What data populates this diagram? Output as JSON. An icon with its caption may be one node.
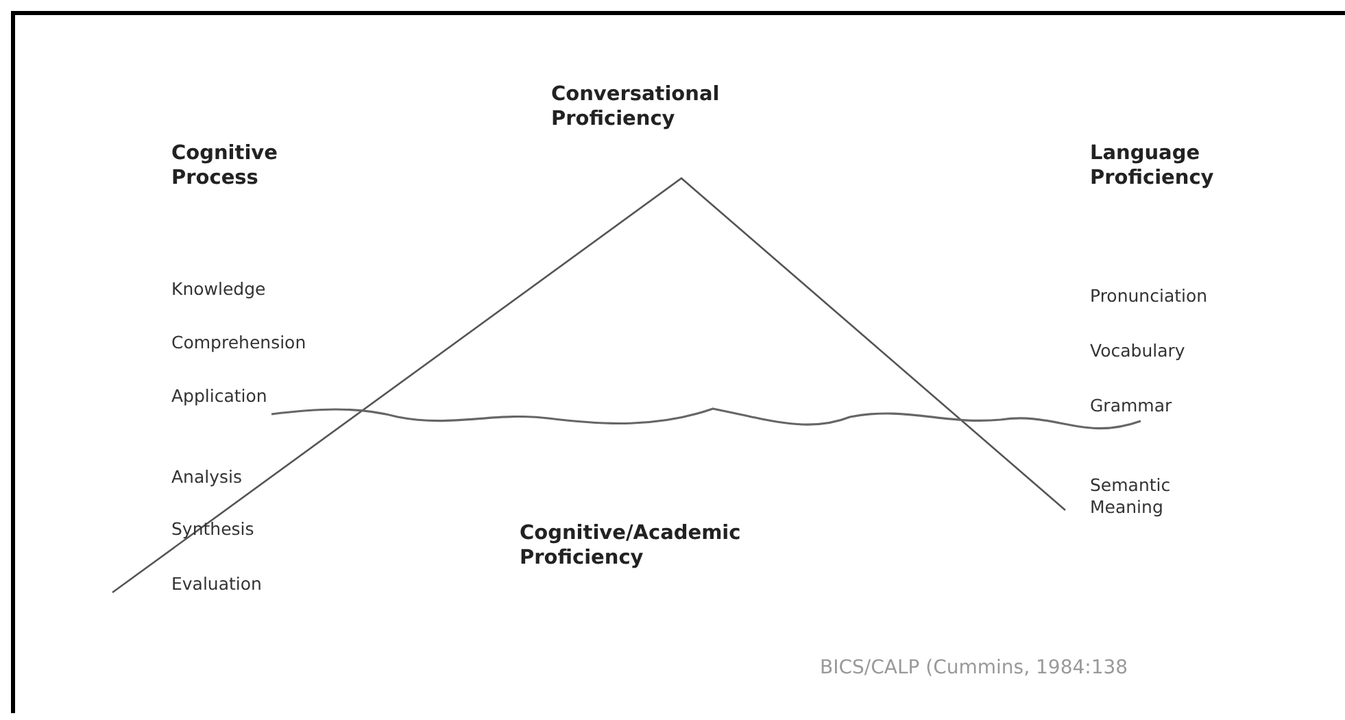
{
  "diagram": {
    "labels": [
      "Conversational Proficiency",
      "Cognitive Process",
      "Language Proficiency",
      "Knowledge",
      "Pronunciation",
      "Comprehension",
      "Vocabulary",
      "Application",
      "Grammar",
      "Analysis",
      "Semantic Meaning",
      "Synthesis",
      "Cognitive/Academic Proficiency",
      "Evaluation",
      "BICS/CALP (Cummins, 1984:138"
    ]
  }
}
